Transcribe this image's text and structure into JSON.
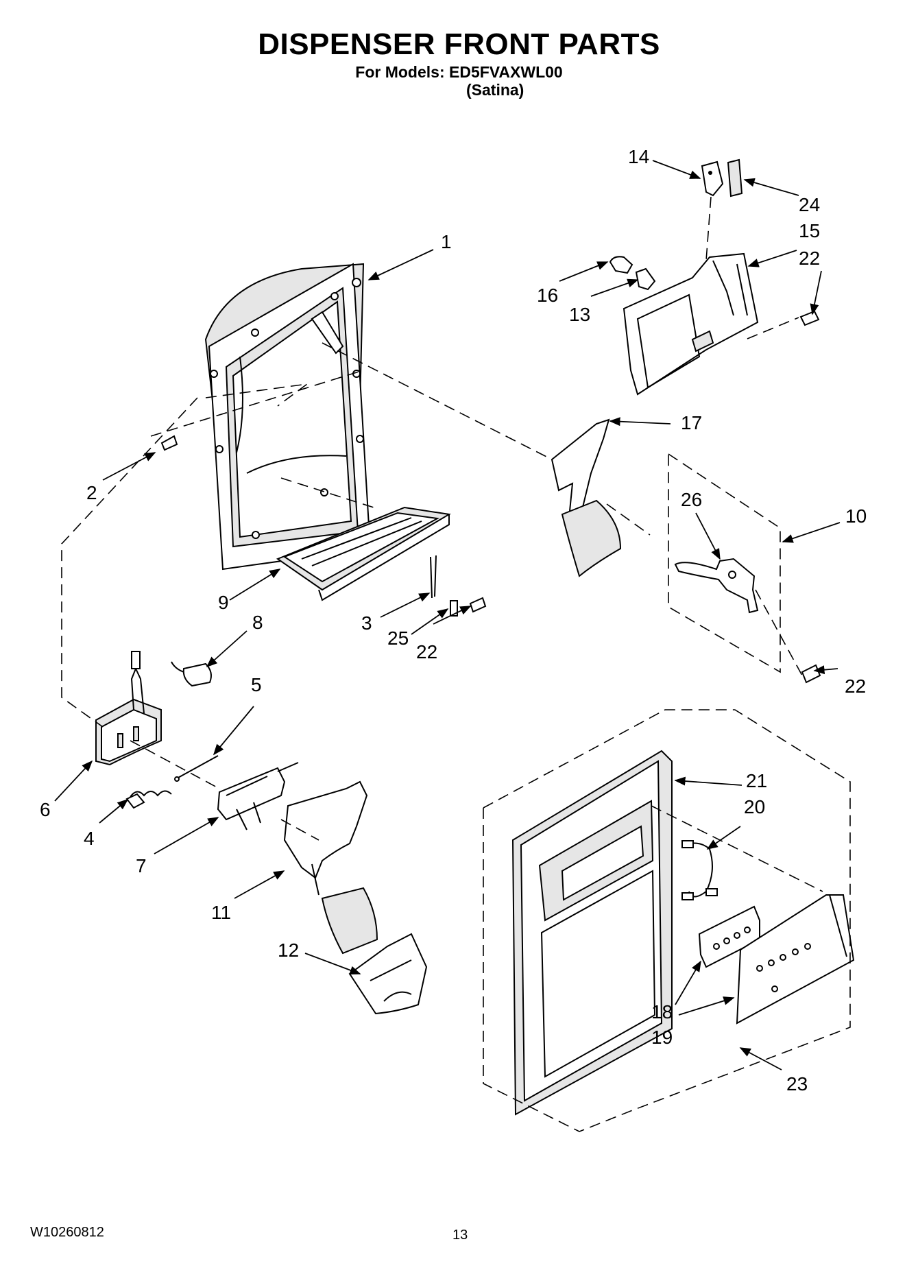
{
  "header": {
    "title": "DISPENSER FRONT PARTS",
    "models_line": "For Models: ED5FVAXWL00",
    "series": "(Satina)"
  },
  "footer": {
    "doc_number": "W10260812",
    "page_number": "13"
  },
  "callouts": {
    "c1": "1",
    "c2": "2",
    "c3": "3",
    "c4": "4",
    "c5": "5",
    "c6": "6",
    "c7": "7",
    "c8": "8",
    "c9": "9",
    "c10": "10",
    "c11": "11",
    "c12": "12",
    "c13": "13",
    "c14": "14",
    "c15": "15",
    "c16": "16",
    "c17": "17",
    "c18": "18",
    "c19": "19",
    "c20": "20",
    "c21": "21",
    "c22a": "22",
    "c22b": "22",
    "c22c": "22",
    "c23": "23",
    "c24": "24",
    "c25": "25",
    "c26": "26"
  }
}
